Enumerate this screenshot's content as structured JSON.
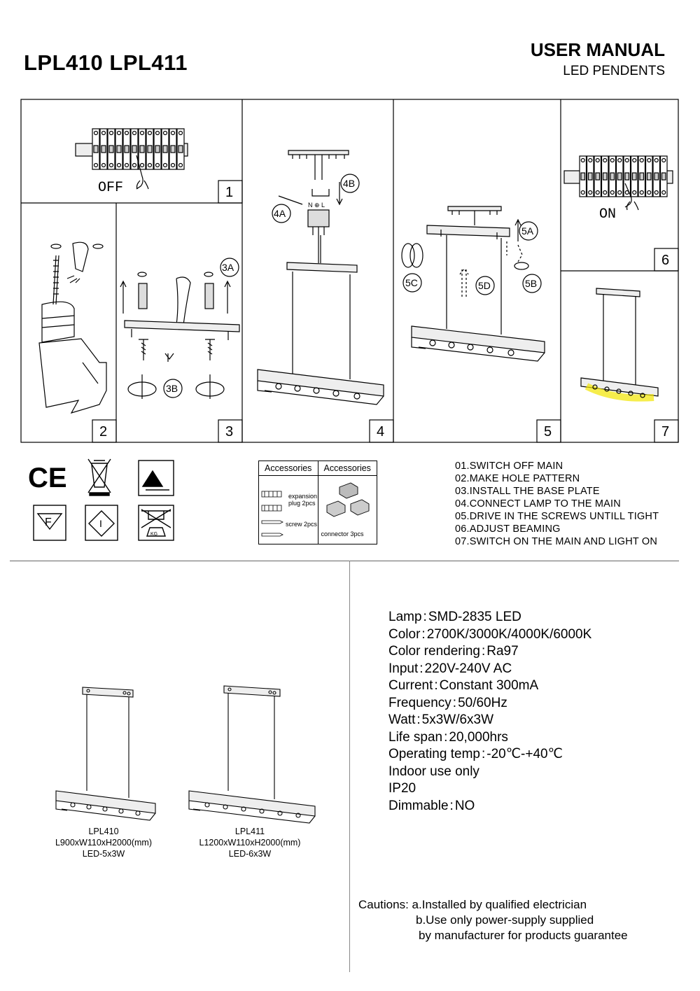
{
  "header": {
    "models": "LPL410 LPL411",
    "manual_title": "USER MANUAL",
    "subtitle": "LED PENDENTS"
  },
  "panels": {
    "step1": {
      "number": "1",
      "switch_label": "OFF"
    },
    "step2": {
      "number": "2"
    },
    "step3": {
      "number": "3",
      "callout_a": "3A",
      "callout_b": "3B"
    },
    "step4": {
      "number": "4",
      "callout_a": "4A",
      "callout_b": "4B",
      "terminal_labels": "N ⊕ L"
    },
    "step5": {
      "number": "5",
      "callout_a": "5A",
      "callout_b": "5B",
      "callout_c": "5C",
      "callout_d": "5D"
    },
    "step6": {
      "number": "6",
      "switch_label": "ON"
    },
    "step7": {
      "number": "7"
    }
  },
  "symbols": {
    "ce_mark": "CE",
    "f_mark": "F",
    "class_mark": "I",
    "weight_mark": "KG"
  },
  "accessories": {
    "header_left": "Accessories",
    "header_right": "Accessories",
    "plug_label_1": "expansion",
    "plug_label_2": "plug 2pcs",
    "screw_label": "screw 2pcs",
    "connector_label": "connector 3pcs"
  },
  "instructions": [
    "01.SWITCH OFF MAIN",
    "02.MAKE HOLE PATTERN",
    "03.INSTALL THE BASE PLATE",
    "04.CONNECT LAMP TO THE MAIN",
    "05.DRIVE IN THE SCREWS UNTILL TIGHT",
    "06.ADJUST BEAMING",
    "07.SWITCH ON THE MAIN AND LIGHT ON"
  ],
  "models": [
    {
      "name": "LPL410",
      "dims": "L900xW110xH2000(mm)",
      "led": "LED-5x3W"
    },
    {
      "name": "LPL411",
      "dims": "L1200xW110xH2000(mm)",
      "led": "LED-6x3W"
    }
  ],
  "specs": [
    {
      "label": "Lamp",
      "value": "SMD-2835 LED"
    },
    {
      "label": "Color",
      "value": "2700K/3000K/4000K/6000K"
    },
    {
      "label": "Color rendering",
      "value": "Ra97"
    },
    {
      "label": "Input",
      "value": "220V-240V AC"
    },
    {
      "label": "Current",
      "value": "Constant 300mA"
    },
    {
      "label": "Frequency",
      "value": "50/60Hz"
    },
    {
      "label": "Watt",
      "value": "5x3W/6x3W"
    },
    {
      "label": "Life span",
      "value": "20,000hrs"
    },
    {
      "label": "Operating temp",
      "value": "-20℃-+40℃"
    },
    {
      "label": "Indoor use only",
      "value": ""
    },
    {
      "label": "IP20",
      "value": ""
    },
    {
      "label": "Dimmable",
      "value": "NO"
    }
  ],
  "cautions": {
    "line1": "Cautions: a.Installed by qualified electrician",
    "line2": "b.Use only power-supply supplied",
    "line3": "by manufacturer for products guarantee"
  },
  "colors": {
    "light_glow": "#f2e600",
    "line": "#000000",
    "fill_gray": "#dddddd"
  }
}
